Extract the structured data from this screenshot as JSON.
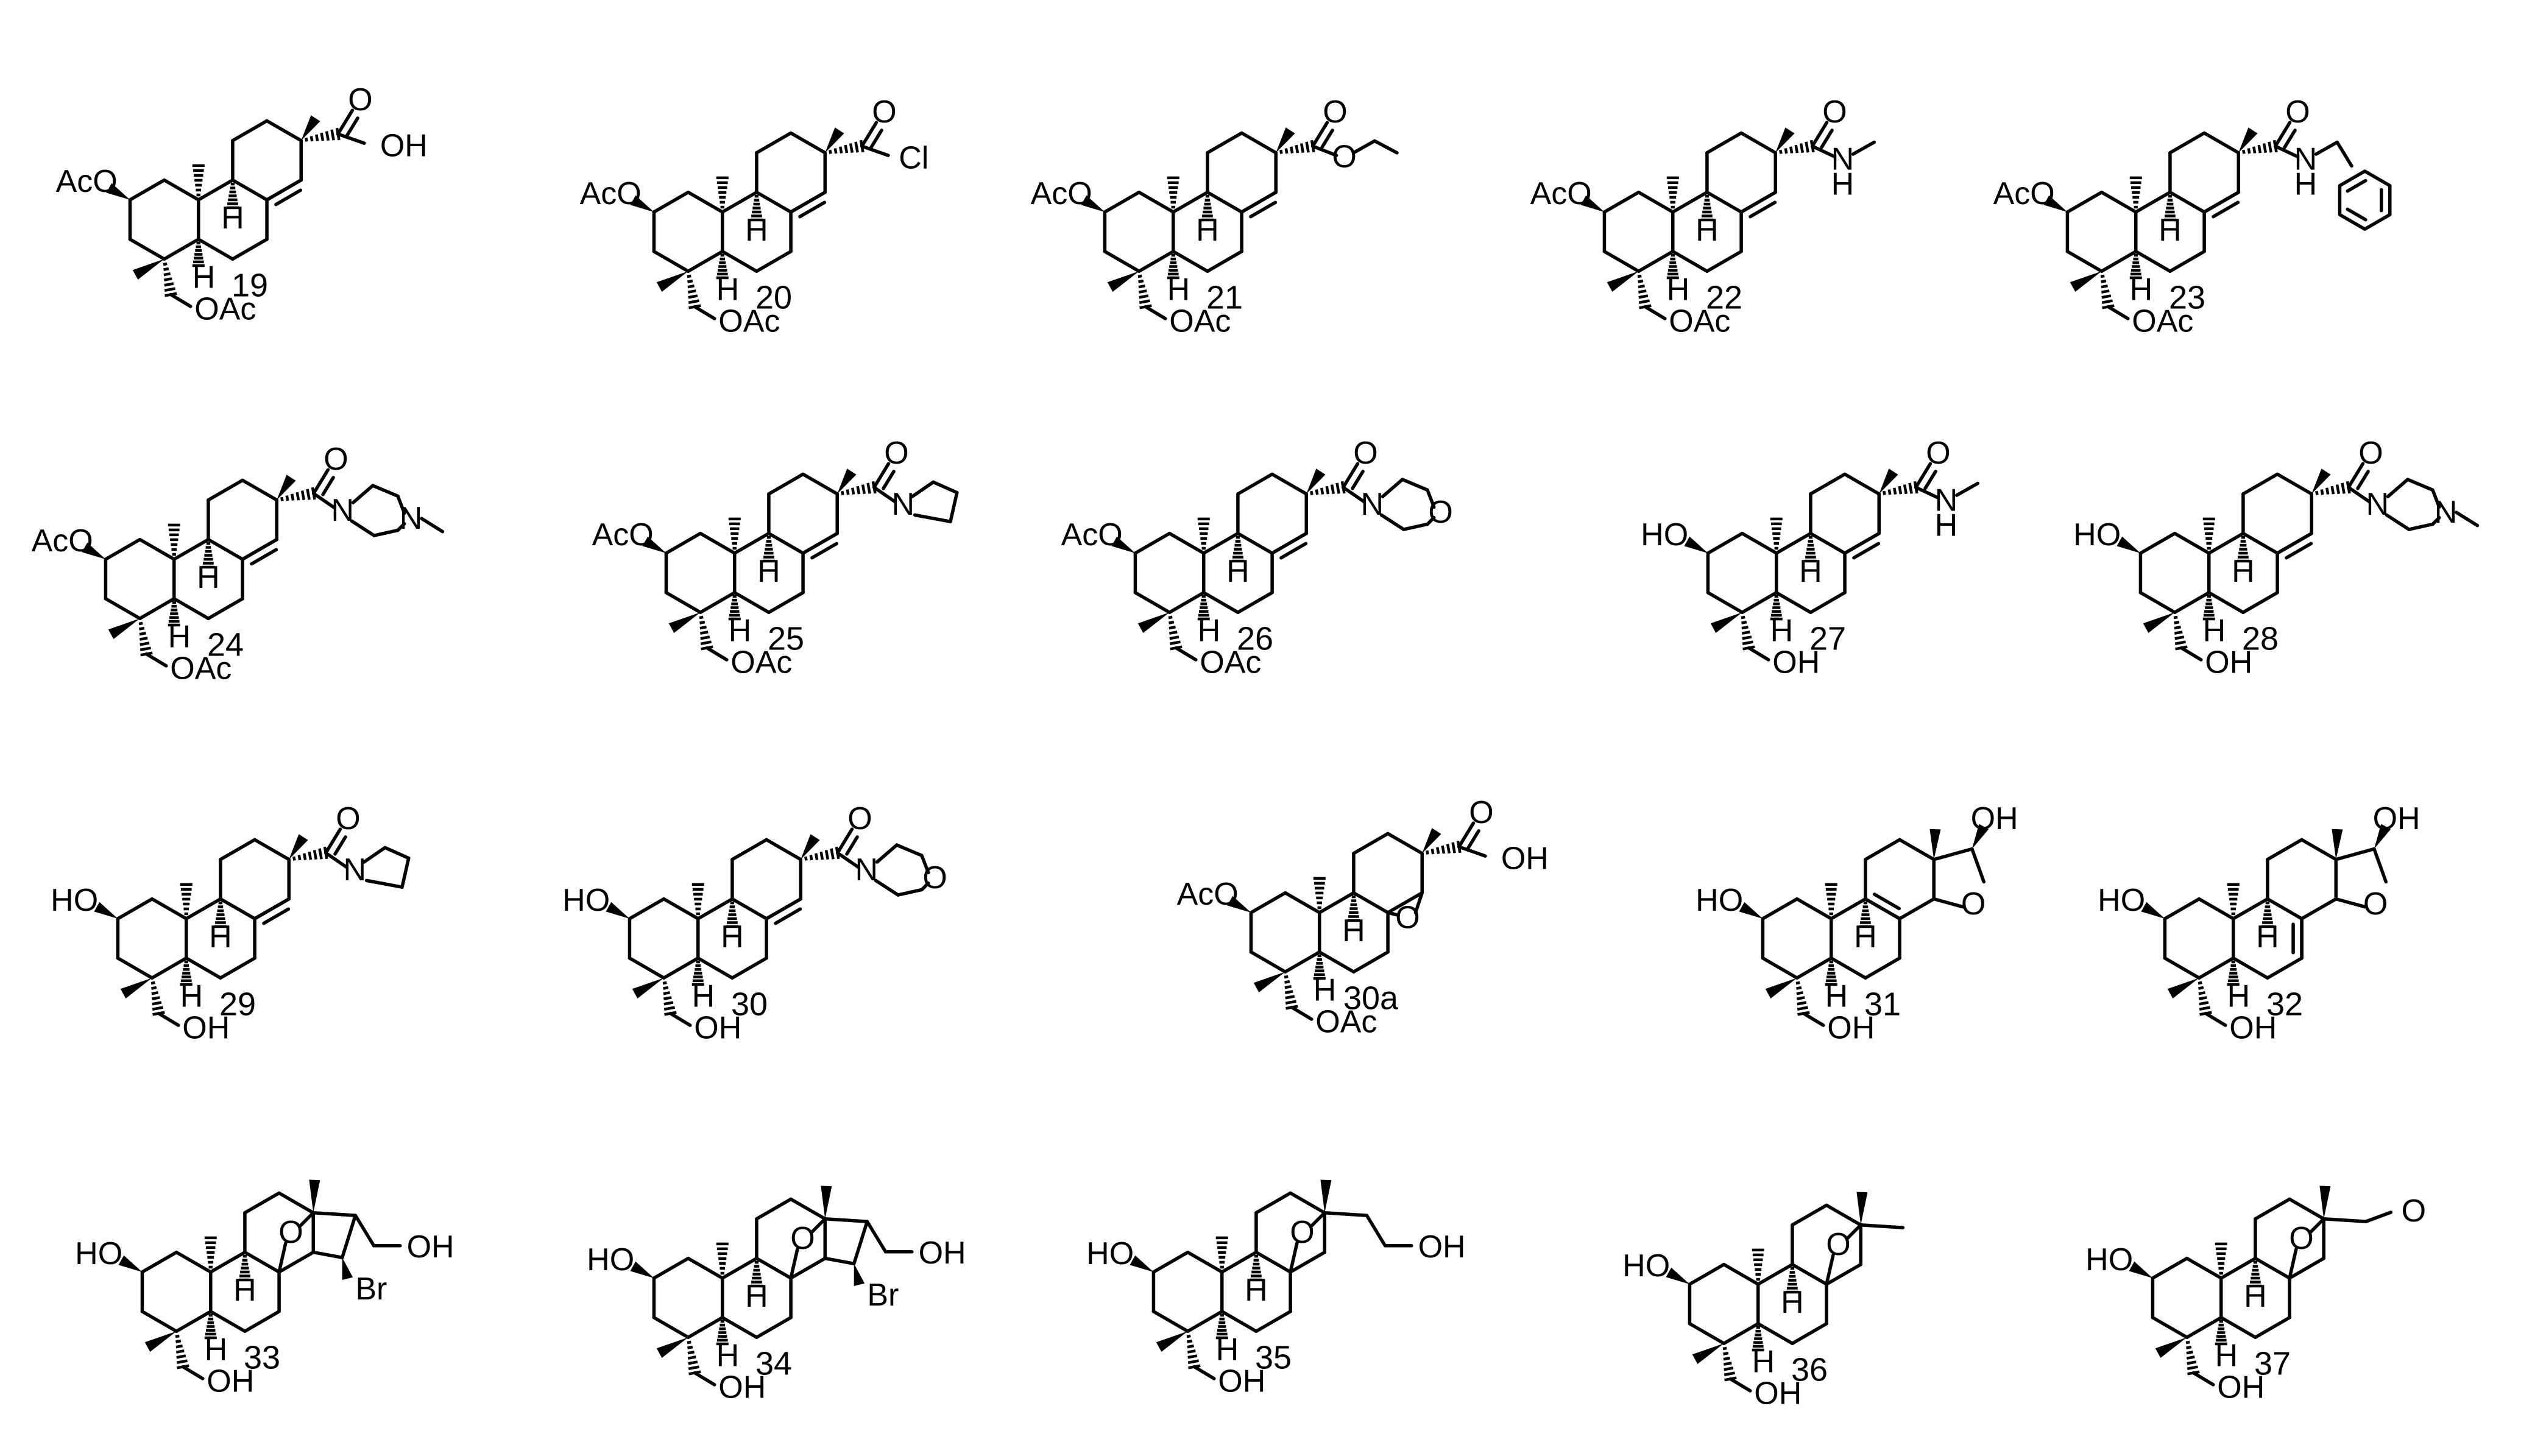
{
  "compounds": [
    {
      "number": "19",
      "r3": "AcO",
      "r19": "OAc",
      "kind": "diene",
      "sub": "cooh",
      "group": [
        "O",
        "OH"
      ]
    },
    {
      "number": "20",
      "r3": "AcO",
      "r19": "OAc",
      "kind": "diene",
      "sub": "cocl",
      "group": [
        "O",
        "Cl"
      ]
    },
    {
      "number": "21",
      "r3": "AcO",
      "r19": "OAc",
      "kind": "diene",
      "sub": "ester",
      "group": [
        "O",
        "O"
      ]
    },
    {
      "number": "22",
      "r3": "AcO",
      "r19": "OAc",
      "kind": "diene",
      "sub": "nme",
      "group": [
        "O",
        "N",
        "H"
      ]
    },
    {
      "number": "23",
      "r3": "AcO",
      "r19": "OAc",
      "kind": "diene",
      "sub": "nbn",
      "group": [
        "O",
        "N",
        "H"
      ]
    },
    {
      "number": "24",
      "r3": "AcO",
      "r19": "OAc",
      "kind": "diene",
      "sub": "piperazine",
      "group": [
        "O",
        "N",
        "N"
      ]
    },
    {
      "number": "25",
      "r3": "AcO",
      "r19": "OAc",
      "kind": "diene",
      "sub": "pyrrolidine",
      "group": [
        "O",
        "N"
      ]
    },
    {
      "number": "26",
      "r3": "AcO",
      "r19": "OAc",
      "kind": "diene",
      "sub": "morpholine",
      "group": [
        "O",
        "N",
        "O"
      ]
    },
    {
      "number": "27",
      "r3": "HO",
      "r19": "OH",
      "kind": "diene",
      "sub": "nme",
      "group": [
        "O",
        "N",
        "H"
      ]
    },
    {
      "number": "28",
      "r3": "HO",
      "r19": "OH",
      "kind": "diene",
      "sub": "piperazine",
      "group": [
        "O",
        "N",
        "N"
      ]
    },
    {
      "number": "29",
      "r3": "HO",
      "r19": "OH",
      "kind": "diene",
      "sub": "pyrrolidine",
      "group": [
        "O",
        "N"
      ]
    },
    {
      "number": "30",
      "r3": "HO",
      "r19": "OH",
      "kind": "diene",
      "sub": "morpholine",
      "group": [
        "O",
        "N",
        "O"
      ]
    },
    {
      "number": "30a",
      "r3": "AcO",
      "r19": "OAc",
      "kind": "epoxide",
      "sub": "cooh",
      "group": [
        "O",
        "OH",
        "O"
      ]
    },
    {
      "number": "31",
      "r3": "HO",
      "r19": "OH",
      "kind": "furan89",
      "sub": "",
      "group": [
        "OH",
        "O"
      ]
    },
    {
      "number": "32",
      "r3": "HO",
      "r19": "OH",
      "kind": "furan78",
      "sub": "",
      "group": [
        "OH",
        "O"
      ]
    },
    {
      "number": "33",
      "r3": "HO",
      "r19": "OH",
      "kind": "bridgeBr",
      "sub": "",
      "group": [
        "O",
        "OH",
        "Br"
      ]
    },
    {
      "number": "34",
      "r3": "HO",
      "r19": "OH",
      "kind": "bridgeBr",
      "sub": "",
      "group": [
        "O",
        "OH",
        "Br"
      ]
    },
    {
      "number": "35",
      "r3": "HO",
      "r19": "OH",
      "kind": "bridgeCH2OH",
      "sub": "",
      "group": [
        "O",
        "OH"
      ]
    },
    {
      "number": "36",
      "r3": "HO",
      "r19": "OH",
      "kind": "bridge",
      "sub": "",
      "group": [
        "O"
      ]
    },
    {
      "number": "37",
      "r3": "HO",
      "r19": "OH",
      "kind": "lactone",
      "sub": "",
      "group": [
        "O",
        "O"
      ]
    }
  ],
  "glyph": {
    "H": "H"
  }
}
